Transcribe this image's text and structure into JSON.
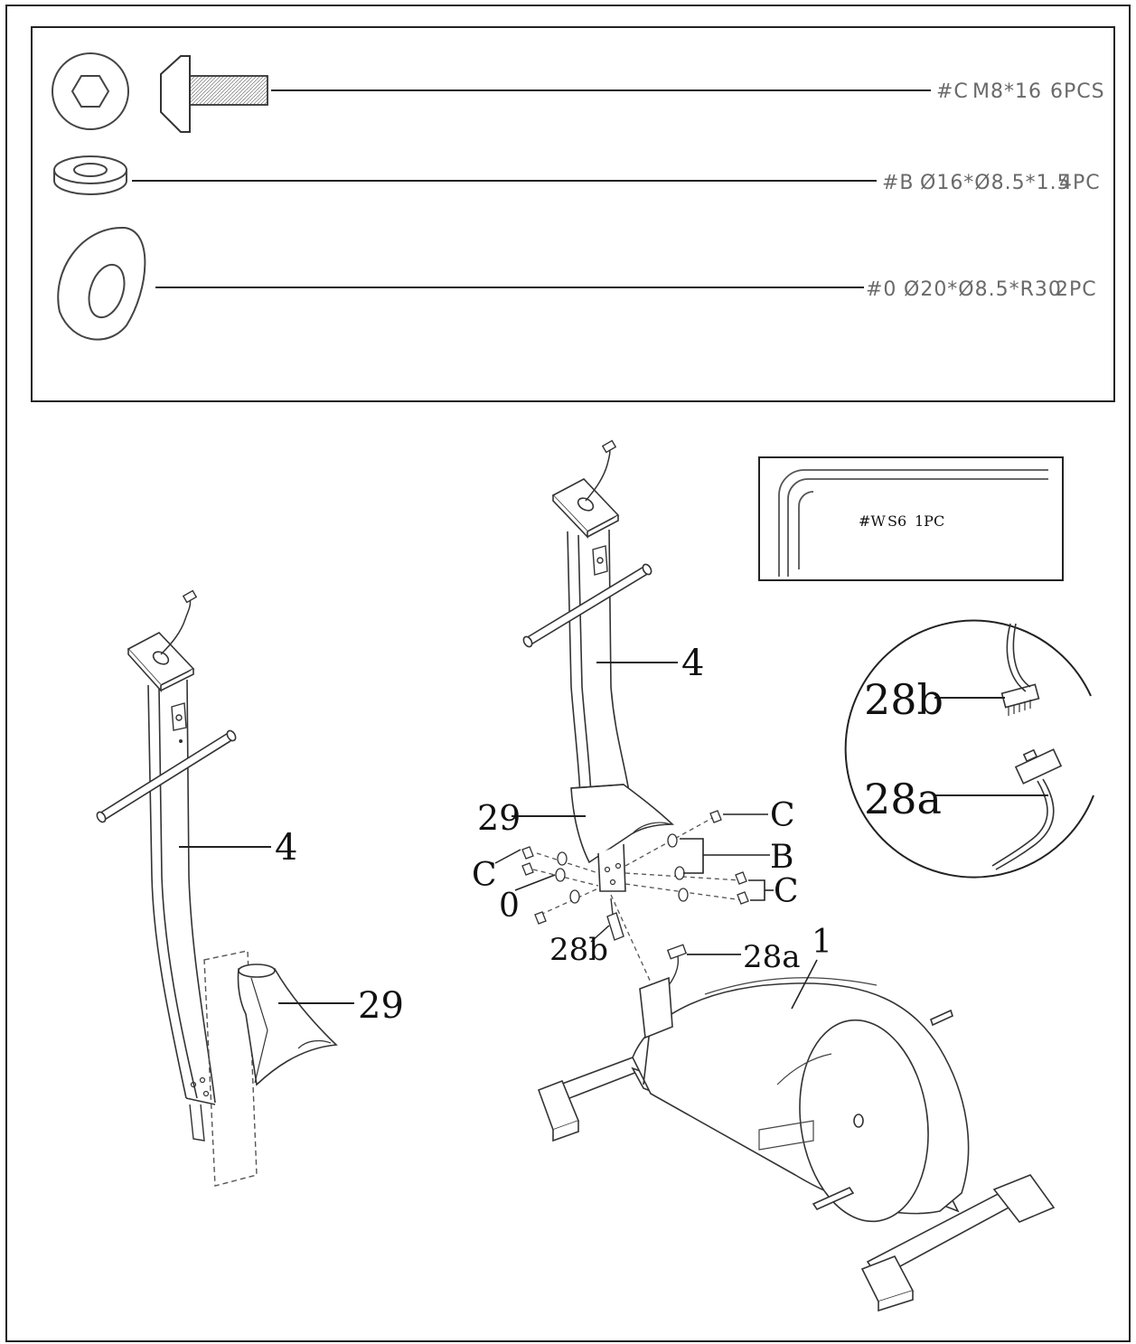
{
  "hardware": [
    {
      "code": "#C",
      "spec": "M8*16",
      "qty": "6PCS"
    },
    {
      "code": "#B",
      "spec": "Ø16*Ø8.5*1.5",
      "qty": "4PC"
    },
    {
      "code": "#0",
      "spec": "Ø20*Ø8.5*R30",
      "qty": "2PC"
    }
  ],
  "tool": {
    "code": "#W",
    "spec": "S6",
    "qty": "1PC"
  },
  "labels": {
    "post": "4",
    "cover": "29",
    "frame": "1",
    "bolt": "C",
    "washer_flat": "B",
    "washer_curved": "0",
    "cable_upper": "28b",
    "cable_lower": "28a"
  }
}
